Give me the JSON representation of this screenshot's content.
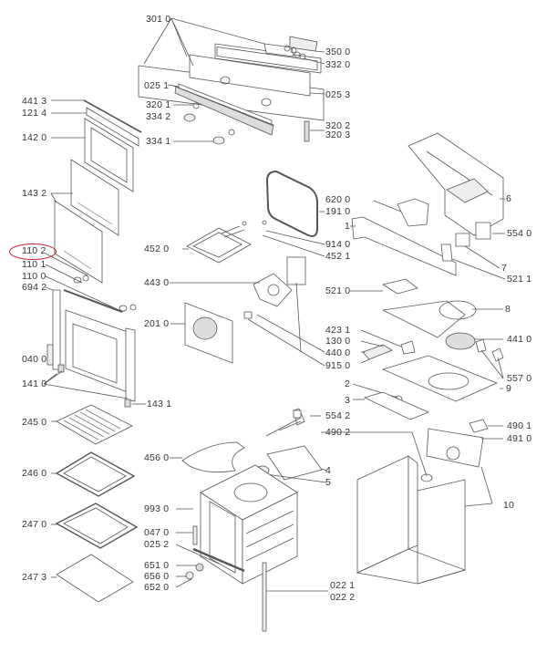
{
  "diagram": {
    "type": "exploded-parts-diagram",
    "highlight_color": "#c8202a",
    "line_color": "#555555",
    "highlighted_part": "110 2",
    "labels": [
      {
        "id": "p3010",
        "text": "301 0"
      },
      {
        "id": "p3500",
        "text": "350 0"
      },
      {
        "id": "p3320",
        "text": "332 0"
      },
      {
        "id": "p0251",
        "text": "025 1"
      },
      {
        "id": "p0253",
        "text": "025 3"
      },
      {
        "id": "p3201",
        "text": "320 1"
      },
      {
        "id": "p3342",
        "text": "334 2"
      },
      {
        "id": "p3341",
        "text": "334 1"
      },
      {
        "id": "p3202",
        "text": "320 2"
      },
      {
        "id": "p3203",
        "text": "320 3"
      },
      {
        "id": "p4413",
        "text": "441 3"
      },
      {
        "id": "p1214",
        "text": "121 4"
      },
      {
        "id": "p1420",
        "text": "142 0"
      },
      {
        "id": "p1432",
        "text": "143 2"
      },
      {
        "id": "p1102",
        "text": "110 2"
      },
      {
        "id": "p1101",
        "text": "110 1"
      },
      {
        "id": "p1100",
        "text": "110 0"
      },
      {
        "id": "p6942",
        "text": "694 2"
      },
      {
        "id": "p0400",
        "text": "040 0"
      },
      {
        "id": "p1410",
        "text": "141 0"
      },
      {
        "id": "p1431",
        "text": "143 1"
      },
      {
        "id": "p6200",
        "text": "620 0"
      },
      {
        "id": "p1910",
        "text": "191 0"
      },
      {
        "id": "p4520",
        "text": "452 0"
      },
      {
        "id": "p9140",
        "text": "914 0"
      },
      {
        "id": "p4521",
        "text": "452 1"
      },
      {
        "id": "p4430",
        "text": "443 0"
      },
      {
        "id": "p2010",
        "text": "201 0"
      },
      {
        "id": "p4400",
        "text": "440 0"
      },
      {
        "id": "p9150",
        "text": "915 0"
      },
      {
        "id": "p6",
        "text": "6"
      },
      {
        "id": "p1",
        "text": "1"
      },
      {
        "id": "p5540",
        "text": "554 0"
      },
      {
        "id": "p7",
        "text": "7"
      },
      {
        "id": "p5211",
        "text": "521 1"
      },
      {
        "id": "p5210",
        "text": "521 0"
      },
      {
        "id": "p8",
        "text": "8"
      },
      {
        "id": "p4231",
        "text": "423 1"
      },
      {
        "id": "p1300",
        "text": "130 0"
      },
      {
        "id": "p4410",
        "text": "441 0"
      },
      {
        "id": "p5570",
        "text": "557 0"
      },
      {
        "id": "p2",
        "text": "2"
      },
      {
        "id": "p9",
        "text": "9"
      },
      {
        "id": "p3",
        "text": "3"
      },
      {
        "id": "p5542",
        "text": "554 2"
      },
      {
        "id": "p4901",
        "text": "490 1"
      },
      {
        "id": "p4902",
        "text": "490 2"
      },
      {
        "id": "p4910",
        "text": "491 0"
      },
      {
        "id": "p2450",
        "text": "245 0"
      },
      {
        "id": "p4560",
        "text": "456 0"
      },
      {
        "id": "p4",
        "text": "4"
      },
      {
        "id": "p5",
        "text": "5"
      },
      {
        "id": "p2460",
        "text": "246 0"
      },
      {
        "id": "p10",
        "text": "10"
      },
      {
        "id": "p9930",
        "text": "993 0"
      },
      {
        "id": "p2470",
        "text": "247 0"
      },
      {
        "id": "p0470",
        "text": "047 0"
      },
      {
        "id": "p0252",
        "text": "025 2"
      },
      {
        "id": "p6510",
        "text": "651 0"
      },
      {
        "id": "p2473",
        "text": "247 3"
      },
      {
        "id": "p6560",
        "text": "656 0"
      },
      {
        "id": "p6520",
        "text": "652 0"
      },
      {
        "id": "p0221",
        "text": "022 1"
      },
      {
        "id": "p0222",
        "text": "022 2"
      }
    ]
  }
}
